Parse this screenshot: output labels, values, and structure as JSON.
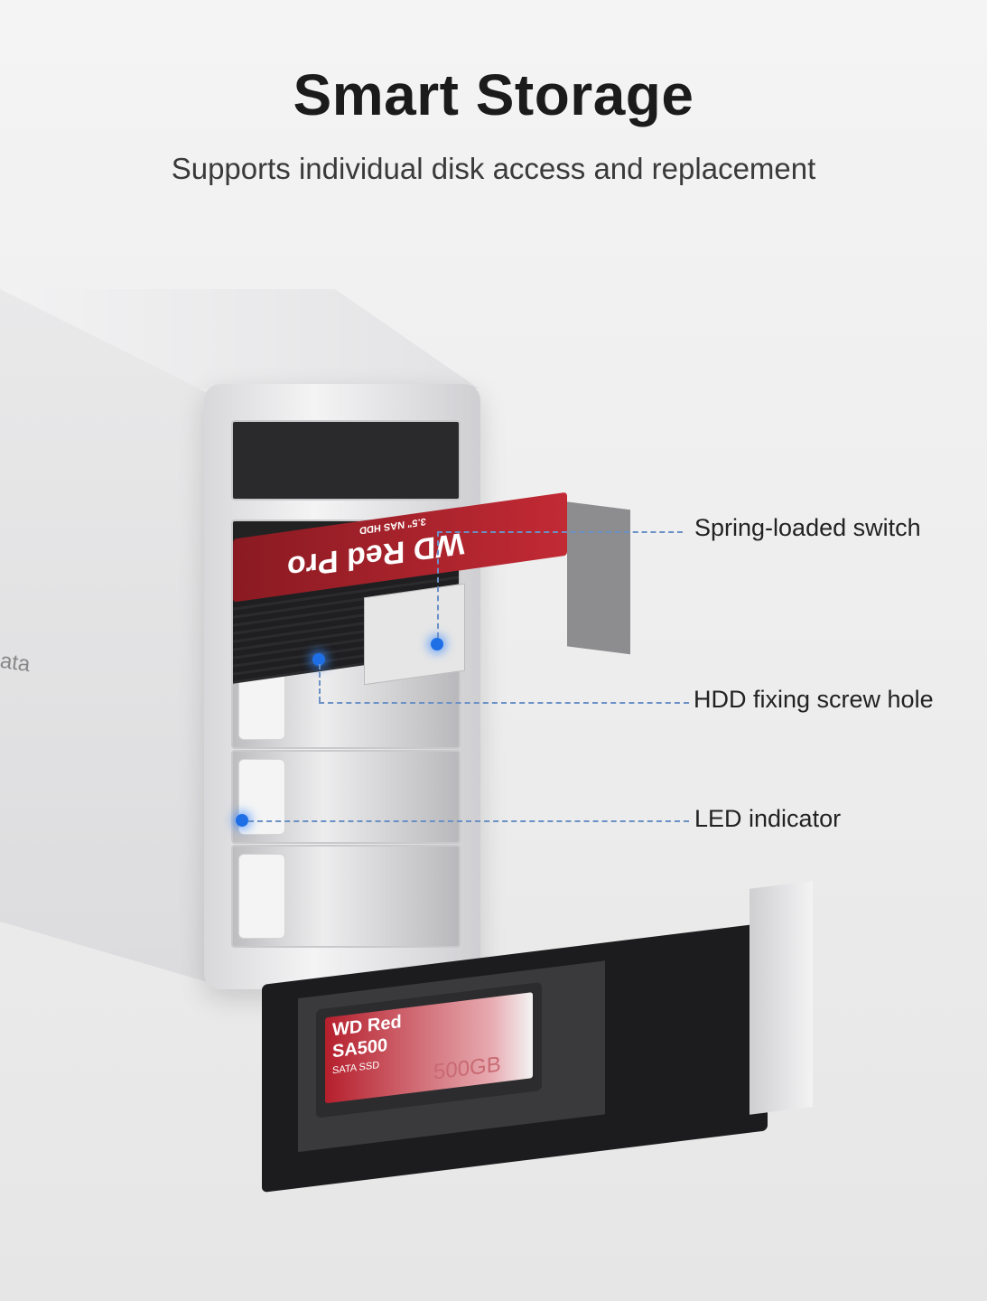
{
  "header": {
    "title": "Smart Storage",
    "subtitle": "Supports individual disk access and replacement"
  },
  "product": {
    "brand_partial": "ata",
    "hdd_label": "WD Red Pro",
    "hdd_sublabel": "3.5\" NAS HDD",
    "ssd_label": "WD Red",
    "ssd_model": "SA500",
    "ssd_type": "SATA SSD",
    "ssd_capacity": "500GB"
  },
  "callouts": [
    {
      "label": "Spring-loaded switch"
    },
    {
      "label": "HDD fixing screw hole"
    },
    {
      "label": "LED indicator"
    }
  ],
  "colors": {
    "accent": "#1e6fe6",
    "dash": "#6a90c6",
    "hdd_red": "#c22a34"
  }
}
